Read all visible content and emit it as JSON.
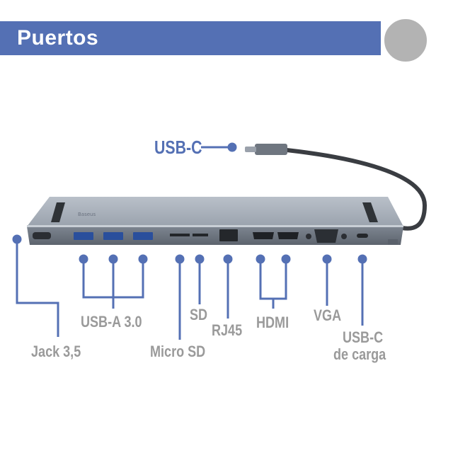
{
  "header": {
    "title": "Puertos"
  },
  "colors": {
    "accent": "#5470b4",
    "label": "#9a9a9a",
    "device": "#8e96a1"
  },
  "device": {
    "brand": "Baseus"
  },
  "labels": {
    "usb_c": "USB-C",
    "jack": "Jack 3,5",
    "usb_a": "USB-A  3.0",
    "micro_sd": "Micro SD",
    "sd": "SD",
    "rj45": "RJ45",
    "hdmi": "HDMI",
    "vga": "VGA",
    "usb_c_charge_1": "USB-C",
    "usb_c_charge_2": "de carga"
  }
}
